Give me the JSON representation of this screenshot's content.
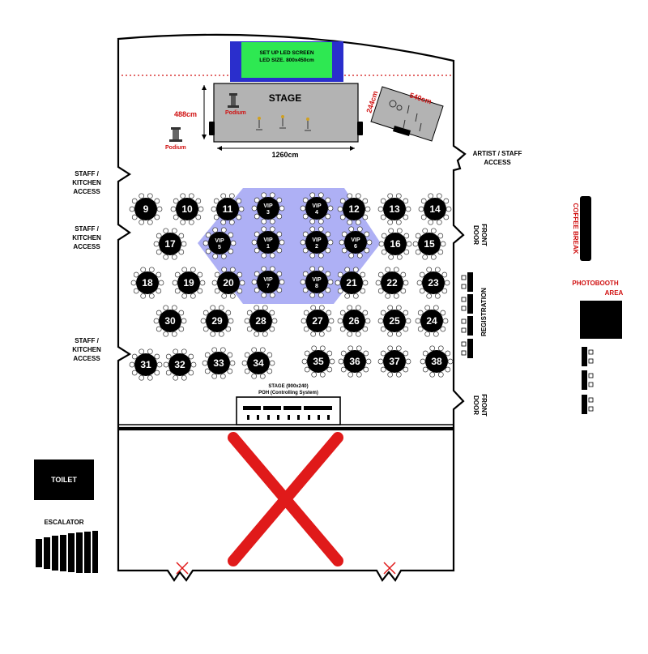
{
  "stage": {
    "title": "STAGE",
    "width_label": "1260cm",
    "depth_label": "488cm",
    "podium_label": "Podium",
    "side_podium_label": "Podium"
  },
  "led_screen": {
    "line1": "SET UP LED SCREEN",
    "line2": "LED SIZE. 800x450cm"
  },
  "band_stage": {
    "width_label": "540cm",
    "depth_label": "244cm"
  },
  "labels": {
    "artist_staff_access": [
      "ARTIST / STAFF",
      "ACCESS"
    ],
    "staff_kitchen_access": [
      "STAFF /",
      "KITCHEN",
      "ACCESS"
    ],
    "front_door": [
      "FRONT",
      "DOOR"
    ],
    "registration": "REGISTRATION",
    "coffee_break": "COFFEE BREAK",
    "photobooth": [
      "PHOTOBOOTH",
      "AREA"
    ],
    "toilet": "TOILET",
    "escalator": "ESCALATOR",
    "poh_stage": [
      "STAGE (900x240)",
      "POH (Controlling System)"
    ]
  },
  "tables": [
    {
      "label": "9",
      "vip": false
    },
    {
      "label": "10",
      "vip": false
    },
    {
      "label": "11",
      "vip": false
    },
    {
      "label": "VIP 3",
      "vip": true
    },
    {
      "label": "VIP 4",
      "vip": true
    },
    {
      "label": "12",
      "vip": false
    },
    {
      "label": "13",
      "vip": false
    },
    {
      "label": "14",
      "vip": false
    },
    {
      "label": "17",
      "vip": false
    },
    {
      "label": "VIP 5",
      "vip": true
    },
    {
      "label": "VIP 1",
      "vip": true
    },
    {
      "label": "VIP 2",
      "vip": true
    },
    {
      "label": "VIP 6",
      "vip": true
    },
    {
      "label": "16",
      "vip": false
    },
    {
      "label": "15",
      "vip": false
    },
    {
      "label": "18",
      "vip": false
    },
    {
      "label": "19",
      "vip": false
    },
    {
      "label": "20",
      "vip": false
    },
    {
      "label": "VIP 7",
      "vip": true
    },
    {
      "label": "VIP 8",
      "vip": true
    },
    {
      "label": "21",
      "vip": false
    },
    {
      "label": "22",
      "vip": false
    },
    {
      "label": "23",
      "vip": false
    },
    {
      "label": "30",
      "vip": false
    },
    {
      "label": "29",
      "vip": false
    },
    {
      "label": "28",
      "vip": false
    },
    {
      "label": "27",
      "vip": false
    },
    {
      "label": "26",
      "vip": false
    },
    {
      "label": "25",
      "vip": false
    },
    {
      "label": "24",
      "vip": false
    },
    {
      "label": "31",
      "vip": false
    },
    {
      "label": "32",
      "vip": false
    },
    {
      "label": "33",
      "vip": false
    },
    {
      "label": "34",
      "vip": false
    },
    {
      "label": "35",
      "vip": false
    },
    {
      "label": "36",
      "vip": false
    },
    {
      "label": "37",
      "vip": false
    },
    {
      "label": "38",
      "vip": false
    }
  ],
  "colors": {
    "vip_zone": "#9a9cf2",
    "led_screen_border": "#2a2ecc",
    "led_screen_fill": "#2ee852",
    "stage_fill": "#b3b3b3",
    "closed_area_cross": "#e01a1a",
    "dimension_text": "#d01010"
  }
}
